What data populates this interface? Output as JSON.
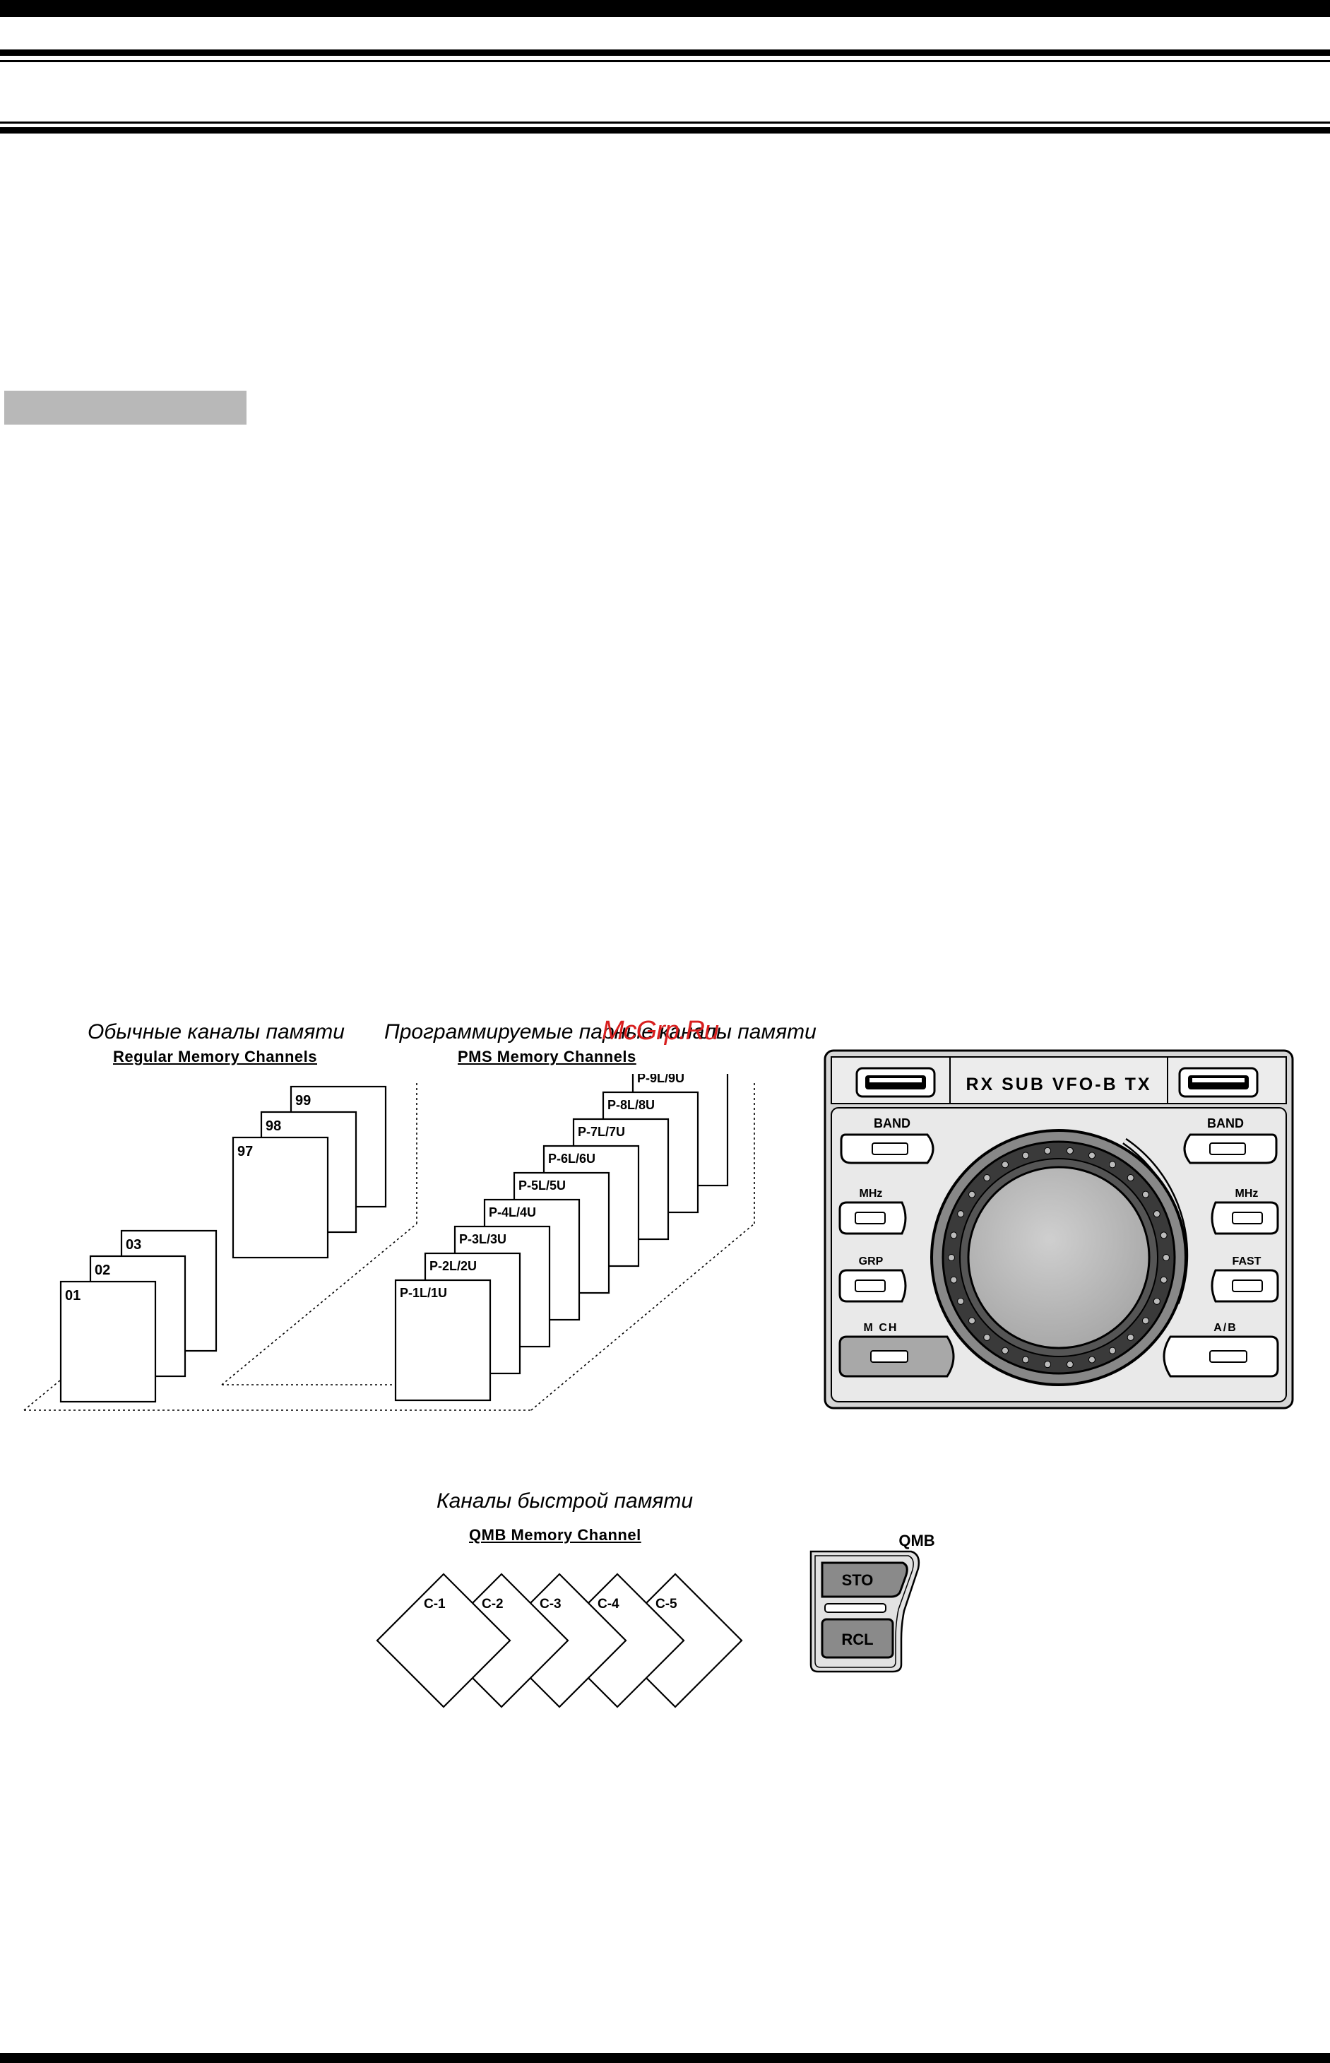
{
  "regular": {
    "caption_ru": "Обычные каналы памяти",
    "caption_en": "Regular Memory Channels",
    "cards": [
      "01",
      "02",
      "03",
      "97",
      "98",
      "99"
    ]
  },
  "pms": {
    "caption_ru": "Программируемые парные каналы памяти",
    "caption_en": "PMS Memory Channels",
    "cards": [
      "P-1L/1U",
      "P-2L/2U",
      "P-3L/3U",
      "P-4L/4U",
      "P-5L/5U",
      "P-6L/6U",
      "P-7L/7U",
      "P-8L/8U",
      "P-9L/9U"
    ]
  },
  "watermark": "McGrp.Ru",
  "panel": {
    "display_text": "RX SUB VFO-B TX",
    "left_buttons": [
      "BAND",
      "MHz",
      "GRP",
      "M CH"
    ],
    "right_buttons": [
      "BAND",
      "MHz",
      "FAST",
      "A/B"
    ]
  },
  "qmb": {
    "caption_ru": "Каналы быстрой памяти",
    "caption_en": "QMB Memory Channel",
    "cards": [
      "C-1",
      "C-2",
      "C-3",
      "C-4",
      "C-5"
    ],
    "panel_label": "QMB",
    "buttons": [
      "STO",
      "RCL"
    ]
  }
}
